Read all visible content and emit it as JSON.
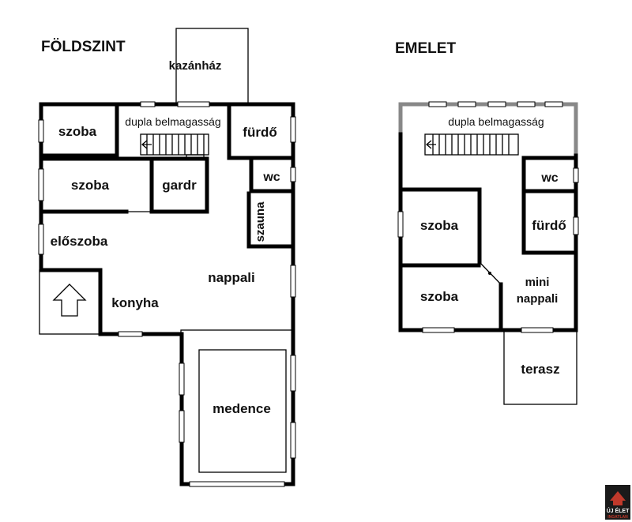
{
  "floors": {
    "ground": {
      "title": "FÖLDSZINT",
      "rooms": {
        "kazanhaz": "kazánház",
        "szoba1": "szoba",
        "dupla": "dupla belmagasság",
        "furdo": "fürdő",
        "wc": "wc",
        "szoba2": "szoba",
        "gardr": "gardr",
        "szauna": "szauna",
        "eloszoba": "előszoba",
        "nappali": "nappali",
        "konyha": "konyha",
        "medence": "medence"
      }
    },
    "upper": {
      "title": "EMELET",
      "rooms": {
        "dupla": "dupla belmagasság",
        "wc": "wc",
        "szoba1": "szoba",
        "furdo": "fürdő",
        "szoba2": "szoba",
        "mini1": "mini",
        "mini2": "nappali",
        "terasz": "terasz"
      }
    }
  },
  "logo": {
    "line1": "ÚJ ÉLET",
    "line2": "INGATLAN",
    "accent": "#c0392b",
    "bg": "#1a1a1a"
  }
}
